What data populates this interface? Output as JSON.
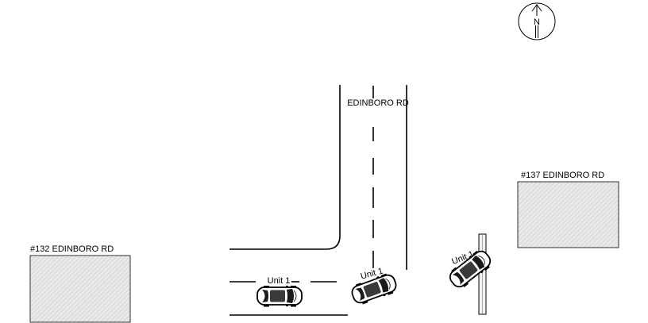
{
  "compass": {
    "label": "N",
    "icon": "north-arrow-icon"
  },
  "road": {
    "name": "EDINBORO RD"
  },
  "buildings": [
    {
      "label": "#132 EDINBORO RD"
    },
    {
      "label": "#137 EDINBORO RD"
    }
  ],
  "vehicles": [
    {
      "label": "Unit 1",
      "heading_deg": 0
    },
    {
      "label": "Unit 1",
      "heading_deg": -20
    },
    {
      "label": "Unit 1",
      "heading_deg": -38
    }
  ],
  "colors": {
    "line": "#000000",
    "building_fill": "#e6e6e6",
    "building_hatch": "#c8c8c8",
    "car_body": "#ffffff",
    "car_glass": "#1a1a1a",
    "pole_fill": "#f2f2f2"
  }
}
